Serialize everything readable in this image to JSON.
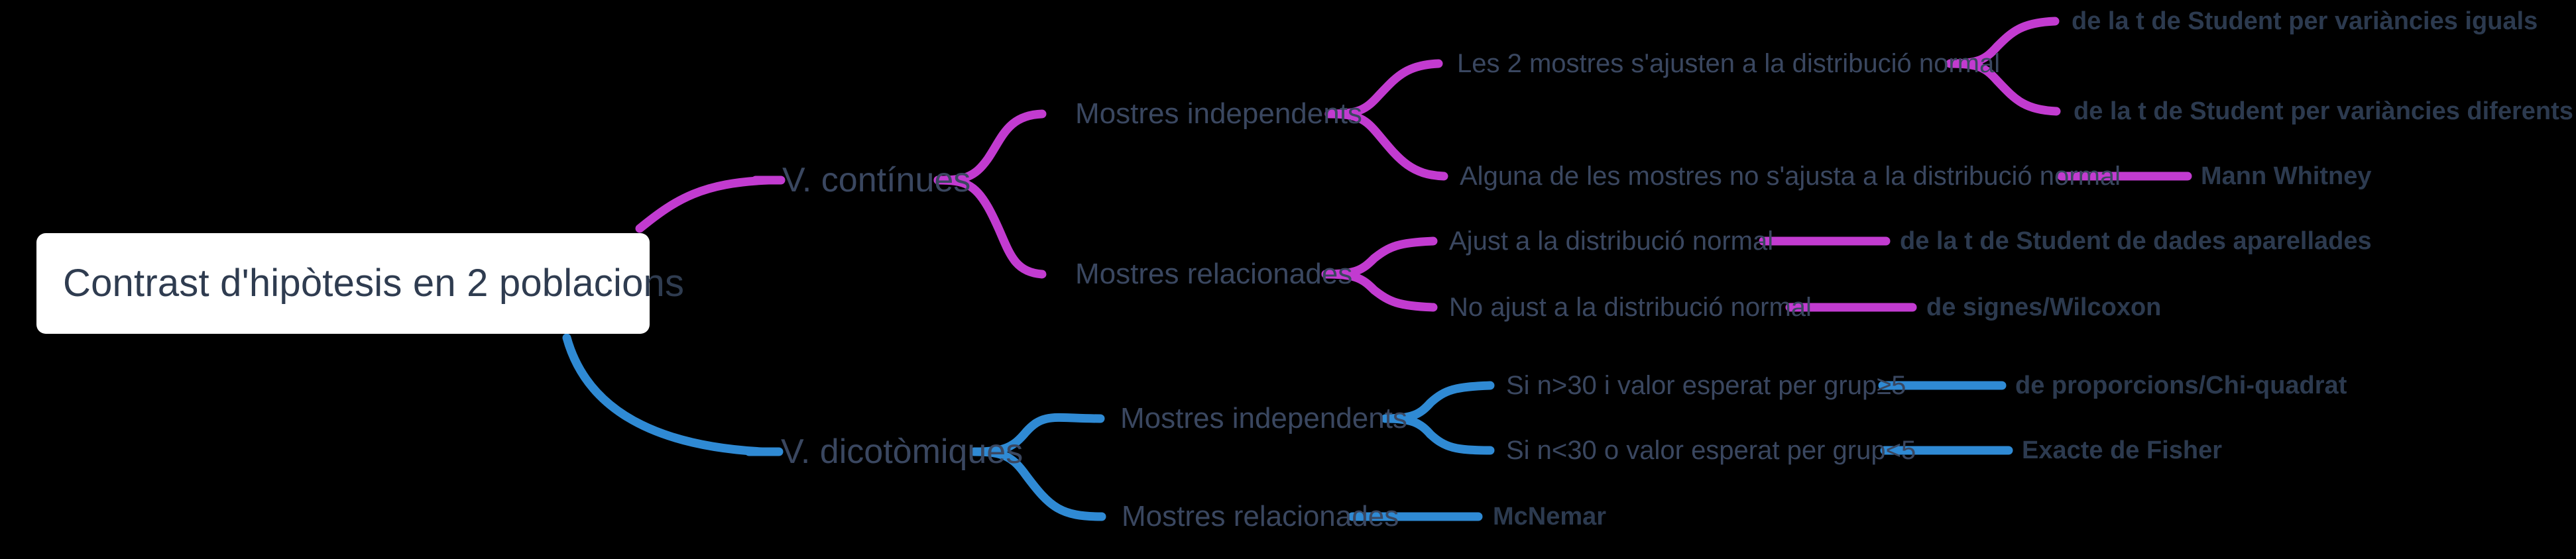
{
  "diagram": {
    "type": "mind-map",
    "background_color": "#000000",
    "text_color": "#3a4760",
    "root": {
      "label": "Contrast d'hipòtesis en 2 poblacions",
      "box_color": "#ffffff",
      "text_color": "#2f3c50"
    },
    "branches": [
      {
        "id": "continues",
        "label": "V. contínues",
        "color": "#c23bd0",
        "children": [
          {
            "id": "cont-independents",
            "label": "Mostres independents",
            "children": [
              {
                "id": "cont-ind-normal",
                "label": "Les 2 mostres s'ajusten a la distribució normal",
                "tests": [
                  "de la t de Student per variàncies iguals",
                  "de la t de Student per variàncies diferents"
                ]
              },
              {
                "id": "cont-ind-nonormal",
                "label": "Alguna de les mostres no s'ajusta a la distribució normal",
                "tests": [
                  "Mann Whitney"
                ]
              }
            ]
          },
          {
            "id": "cont-relacionades",
            "label": "Mostres relacionades",
            "children": [
              {
                "id": "cont-rel-ajust",
                "label": "Ajust a la distribució normal",
                "tests": [
                  "de la t de Student de dades aparellades"
                ]
              },
              {
                "id": "cont-rel-noajust",
                "label": "No ajust a la distribució normal",
                "tests": [
                  "de signes/Wilcoxon"
                ]
              }
            ]
          }
        ]
      },
      {
        "id": "dicotomiques",
        "label": "V. dicotòmiques",
        "color": "#2f8ad4",
        "children": [
          {
            "id": "dic-independents",
            "label": "Mostres independents",
            "children": [
              {
                "id": "dic-ind-gran",
                "label": "Si n>30 i valor esperat per grup≥5",
                "tests": [
                  "de proporcions/Chi-quadrat"
                ]
              },
              {
                "id": "dic-ind-petit",
                "label": "Si n<30 o valor esperat per grup<5",
                "tests": [
                  "Exacte de Fisher"
                ]
              }
            ]
          },
          {
            "id": "dic-relacionades",
            "label": "Mostres relacionades",
            "tests": [
              "McNemar"
            ]
          }
        ]
      }
    ]
  },
  "nodes": {
    "root_label": "Contrast d'hipòtesis en 2 poblacions",
    "v_continues": "V. contínues",
    "v_dicotomiques": "V. dicotòmiques",
    "cont_mostres_independents": "Mostres independents",
    "cont_mostres_relacionades": "Mostres relacionades",
    "dic_mostres_independents": "Mostres independents",
    "dic_mostres_relacionades": "Mostres relacionades",
    "cont_ind_normal": "Les 2 mostres s'ajusten a la distribució normal",
    "cont_ind_nonormal": "Alguna de les mostres no s'ajusta a la distribució normal",
    "cont_rel_ajust": "Ajust a la distribució normal",
    "cont_rel_noajust": "No ajust a la distribució normal",
    "dic_ind_gran": "Si n>30 i valor esperat per grup≥5",
    "dic_ind_petit": "Si n<30 o valor esperat per grup<5",
    "test_student_iguals": "de la t de Student per variàncies iguals",
    "test_student_diferents": "de la t de Student per variàncies diferents",
    "test_mann_whitney": "Mann Whitney",
    "test_student_aparellades": "de la t de Student de dades aparellades",
    "test_signes_wilcoxon": "de signes/Wilcoxon",
    "test_proporcions_chi": "de proporcions/Chi-quadrat",
    "test_exacte_fisher": "Exacte de Fisher",
    "test_mcnemar": "McNemar"
  },
  "colors": {
    "magenta": "#c23bd0",
    "blue": "#2f8ad4",
    "text": "#3a4760",
    "root_box": "#ffffff",
    "background": "#000000"
  }
}
